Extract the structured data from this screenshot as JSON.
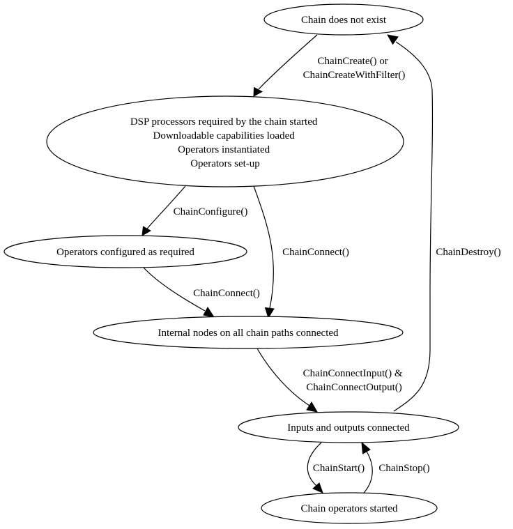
{
  "nodes": {
    "not_exist": {
      "lines": [
        "Chain does not exist"
      ]
    },
    "processors_started": {
      "lines": [
        "DSP processors required by the chain started",
        "Downloadable capabilities loaded",
        "Operators instantiated",
        "Operators set-up"
      ]
    },
    "operators_configured": {
      "lines": [
        "Operators configured as required"
      ]
    },
    "internal_connected": {
      "lines": [
        "Internal nodes on all chain paths connected"
      ]
    },
    "io_connected": {
      "lines": [
        "Inputs and outputs connected"
      ]
    },
    "operators_started": {
      "lines": [
        "Chain operators started"
      ]
    }
  },
  "edges": {
    "create": {
      "lines": [
        "ChainCreate() or",
        "ChainCreateWithFilter()"
      ]
    },
    "configure": {
      "lines": [
        "ChainConfigure()"
      ]
    },
    "connect_direct": {
      "lines": [
        "ChainConnect()"
      ]
    },
    "connect_after_config": {
      "lines": [
        "ChainConnect()"
      ]
    },
    "connect_io": {
      "lines": [
        "ChainConnectInput() &",
        "ChainConnectOutput()"
      ]
    },
    "destroy": {
      "lines": [
        "ChainDestroy()"
      ]
    },
    "start": {
      "lines": [
        "ChainStart()"
      ]
    },
    "stop": {
      "lines": [
        "ChainStop()"
      ]
    }
  }
}
